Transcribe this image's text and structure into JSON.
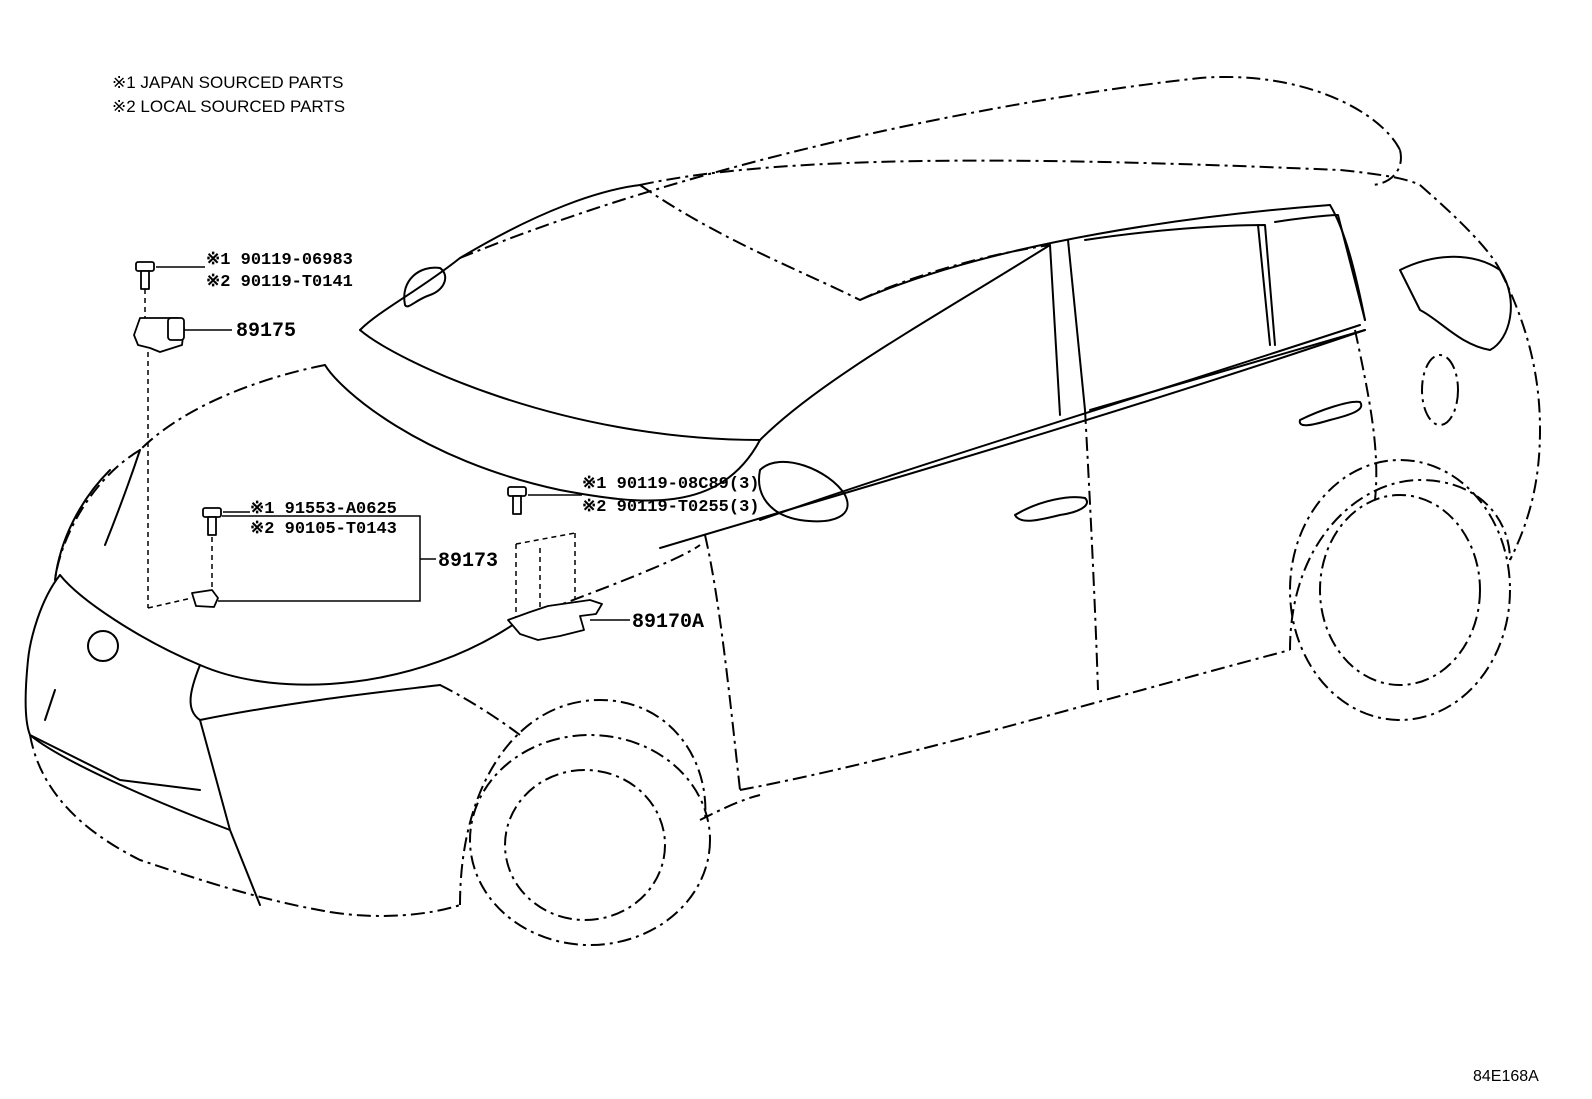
{
  "notes": [
    "※1 JAPAN SOURCED PARTS",
    "※2 LOCAL SOURCED PARTS"
  ],
  "callouts": {
    "bolt_top_jp": "※1 90119-06983",
    "bolt_top_local": "※2 90119-T0141",
    "sensor_89175": "89175",
    "bolt_mid_jp": "※1 91553-A0625",
    "bolt_mid_local": "※2 90105-T0143",
    "sensor_89173": "89173",
    "bolt_right_jp": "※1 90119-08C89(3)",
    "bolt_right_local": "※2 90119-T0255(3)",
    "sensor_89170A": "89170A"
  },
  "diagram_code": "84E168A"
}
